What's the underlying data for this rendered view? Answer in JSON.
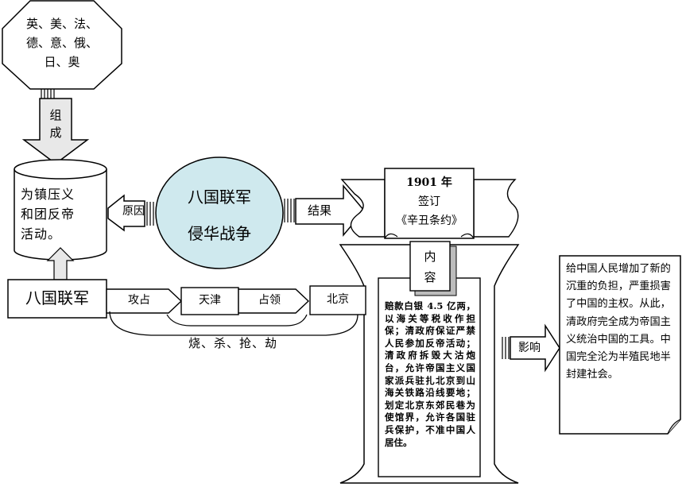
{
  "countries": [
    "英、美、法、",
    "德、意、俄、",
    "日、奥"
  ],
  "compose_label": [
    "组",
    "成"
  ],
  "cause": {
    "label": "原因",
    "text": [
      "为镇压义",
      "和团反帝",
      "活动。"
    ]
  },
  "war": {
    "title": "八国联军",
    "subtitle": "侵华战争"
  },
  "result_label": "结果",
  "treaty": {
    "year": "1901 年",
    "signed": "签订",
    "name": "《辛丑条约》"
  },
  "content_label": [
    "内",
    "容"
  ],
  "content_text": "赔款白银 4.5 亿两，以海关等税收作担保；清政府保证严禁人民参加反帝活动；清政府拆毁大沽炮台，允许帝国主义国家派兵驻扎北京到山海关铁路沿线要地；划定北京东郊民巷为使馆界，允许各国驻兵保护，不准中国人居住。",
  "route": {
    "army": "八国联军",
    "step1": "攻占",
    "city1": "天津",
    "step2": "占领",
    "city2": "北京",
    "crimes": "烧、杀、抢、劫"
  },
  "impact": {
    "label": "影响",
    "text": "给中国人民增加了新的沉重的负担，严重损害了中国的主权。从此，清政府完全成为帝国主义统治中国的工具。中国完全沦为半殖民地半封建社会。"
  }
}
